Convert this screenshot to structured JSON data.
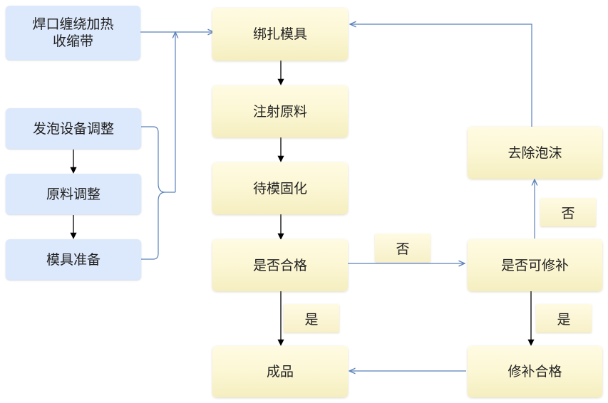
{
  "nodes": {
    "weld_wrap": "焊口缠绕加热\n收缩带",
    "foam_adjust": "发泡设备调整",
    "material_adjust": "原料调整",
    "mold_prepare": "模具准备",
    "bind_mold": "绑扎模具",
    "inject_material": "注射原料",
    "mold_cure": "待模固化",
    "qualified_check": "是否合格",
    "product": "成品",
    "remove_foam": "去除泡沫",
    "repairable_check": "是否可修补",
    "repair_ok": "修补合格"
  },
  "labels": {
    "no_qualified": "否",
    "yes_qualified": "是",
    "no_repairable": "否",
    "yes_repairable": "是"
  },
  "colors": {
    "blue_box": "#dce8fb",
    "cream_box": "#fbf6d2",
    "blue_connector": "#5b82b9",
    "black_arrow": "#000000"
  }
}
